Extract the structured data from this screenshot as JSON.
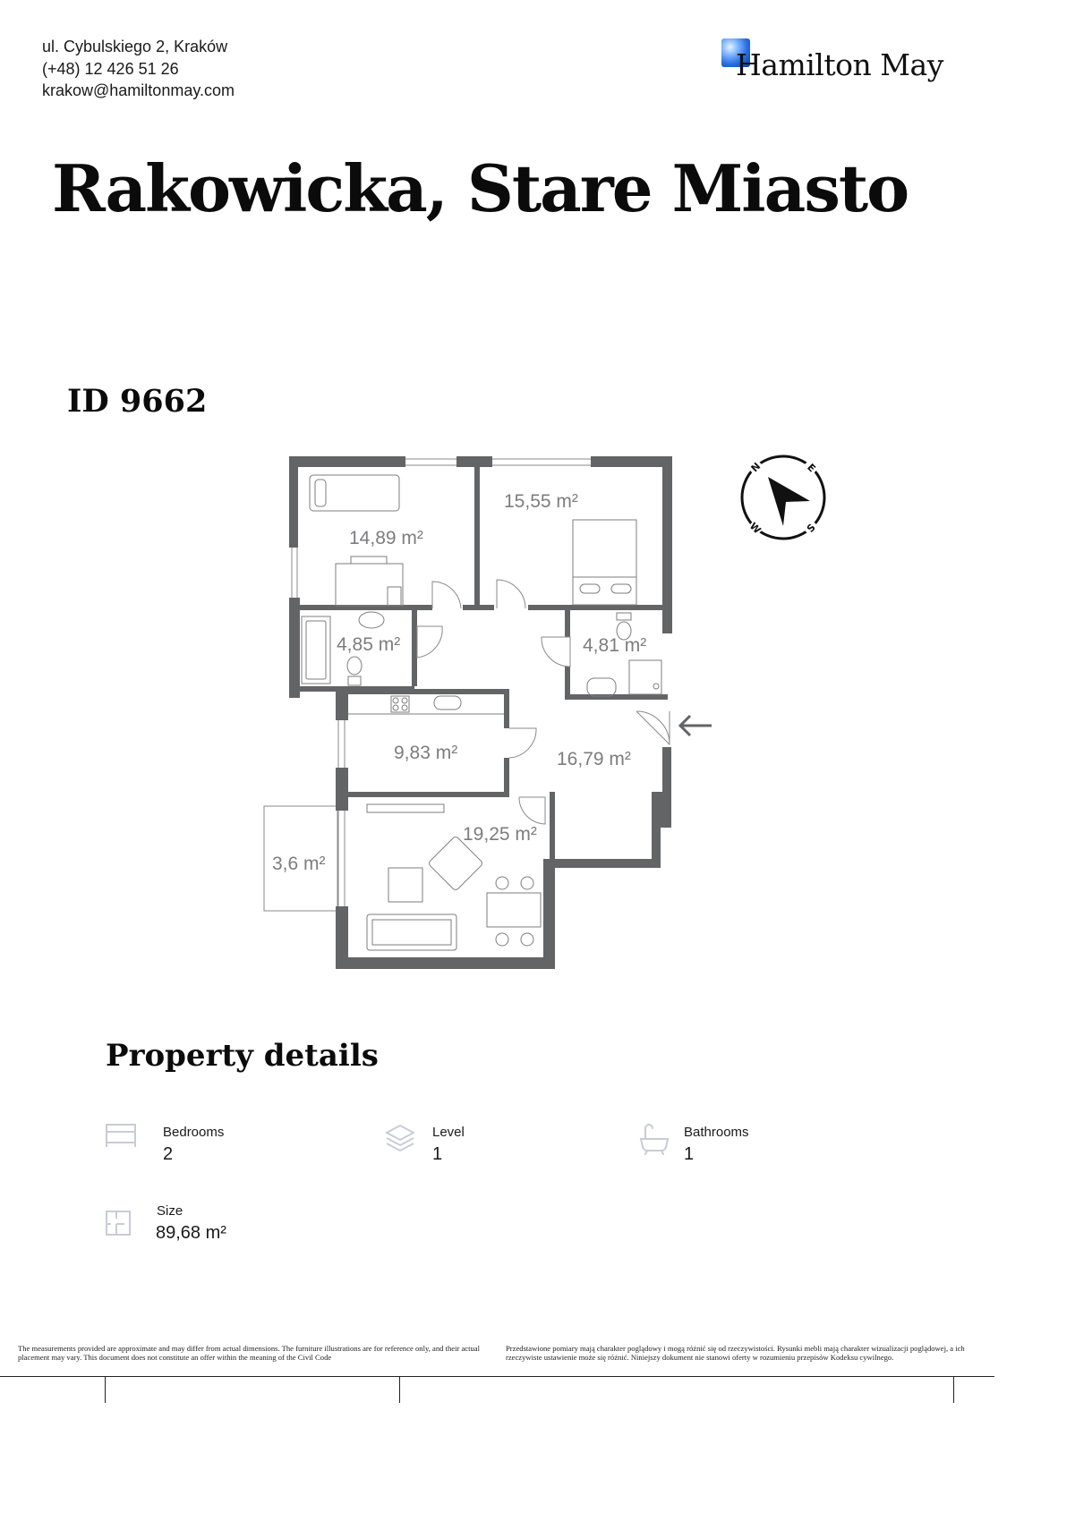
{
  "contact": {
    "address": "ul. Cybulskiego 2, Kraków",
    "phone": "(+48) 12 426 51 26",
    "email": "krakow@hamiltonmay.com"
  },
  "brand": {
    "name": "Hamilton May",
    "accent": "#2a6fe0"
  },
  "title": "Rakowicka, Stare Miasto",
  "property_id": "ID 9662",
  "floorplan": {
    "rooms": [
      {
        "id": "bedroom-1",
        "area": "14,89 m²"
      },
      {
        "id": "bedroom-2",
        "area": "15,55 m²"
      },
      {
        "id": "bathroom",
        "area": "4,85 m²"
      },
      {
        "id": "wc",
        "area": "4,81 m²"
      },
      {
        "id": "kitchen",
        "area": "9,83 m²"
      },
      {
        "id": "hall",
        "area": "16,79 m²"
      },
      {
        "id": "living-room",
        "area": "19,25 m²"
      },
      {
        "id": "balcony",
        "area": "3,6 m²"
      }
    ],
    "compass": [
      "N",
      "E",
      "S",
      "W"
    ],
    "wall_color": "#636466",
    "label_color": "#7d7d7f"
  },
  "details": {
    "heading": "Property details",
    "bedrooms": {
      "label": "Bedrooms",
      "value": "2",
      "icon": "bed-icon"
    },
    "level": {
      "label": "Level",
      "value": "1",
      "icon": "layers-icon"
    },
    "bathrooms": {
      "label": "Bathrooms",
      "value": "1",
      "icon": "bathtub-icon"
    },
    "size": {
      "label": "Size",
      "value": "89,68 m²",
      "icon": "floorplan-icon"
    },
    "icon_color": "#c9ccd6"
  },
  "disclaimer": {
    "en": "The measurements provided are approximate and may differ from actual dimensions. The furniture illustrations are for reference only, and their actual placement may vary. This document does not constitute an offer within the meaning of the Civil Code",
    "pl": "Przedstawione pomiary mają charakter poglądowy i mogą różnić się od rzeczywistości. Rysunki mebli mają charakter wizualizacji poglądowej, a ich rzeczywiste ustawienie może się różnić. Niniejszy dokument nie stanowi oferty w rozumieniu przepisów Kodeksu cywilnego."
  }
}
